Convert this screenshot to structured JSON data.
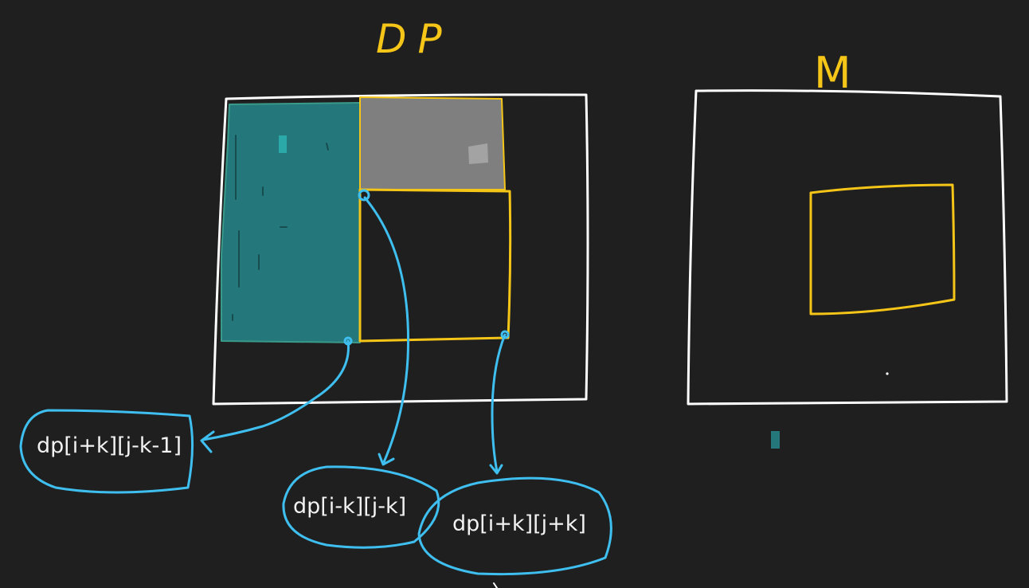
{
  "titles": {
    "dp": "DP",
    "m": "M"
  },
  "labels": {
    "left": "dp[i+k][j-k-1]",
    "middle": "dp[i-k][j-k]",
    "right": "dp[i+k][j+k]"
  },
  "colors": {
    "background": "#1f1f1f",
    "outline": "#ffffff",
    "highlight": "#f5c518",
    "arrow": "#3fbfef",
    "teal_fill": "#24777a",
    "gray_fill": "#7f7f7f",
    "label_text": "#f2f2f2"
  }
}
